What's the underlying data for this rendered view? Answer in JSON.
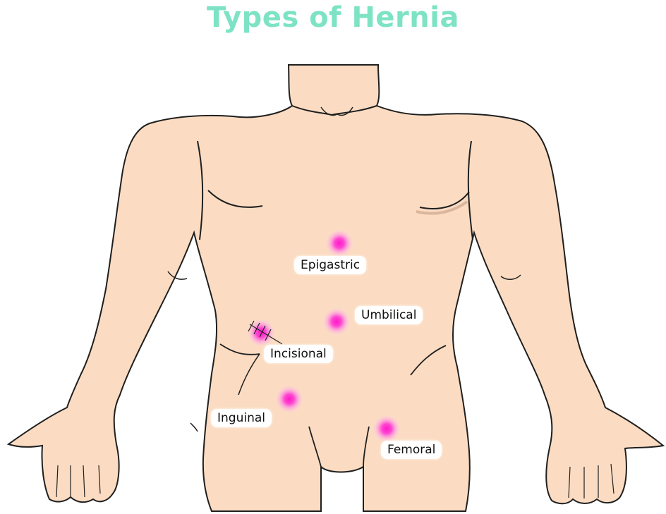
{
  "title": "Types of Hernia",
  "colors": {
    "title": "#7de3c4",
    "skin": "#fbdcc2",
    "outline": "#1f1f1f",
    "marker": "#ff19c8",
    "shadow": "#c79c86"
  },
  "labels": {
    "epigastric": "Epigastric",
    "umbilical": "Umbilical",
    "incisional": "Incisional",
    "inguinal": "Inguinal",
    "femoral": "Femoral"
  }
}
